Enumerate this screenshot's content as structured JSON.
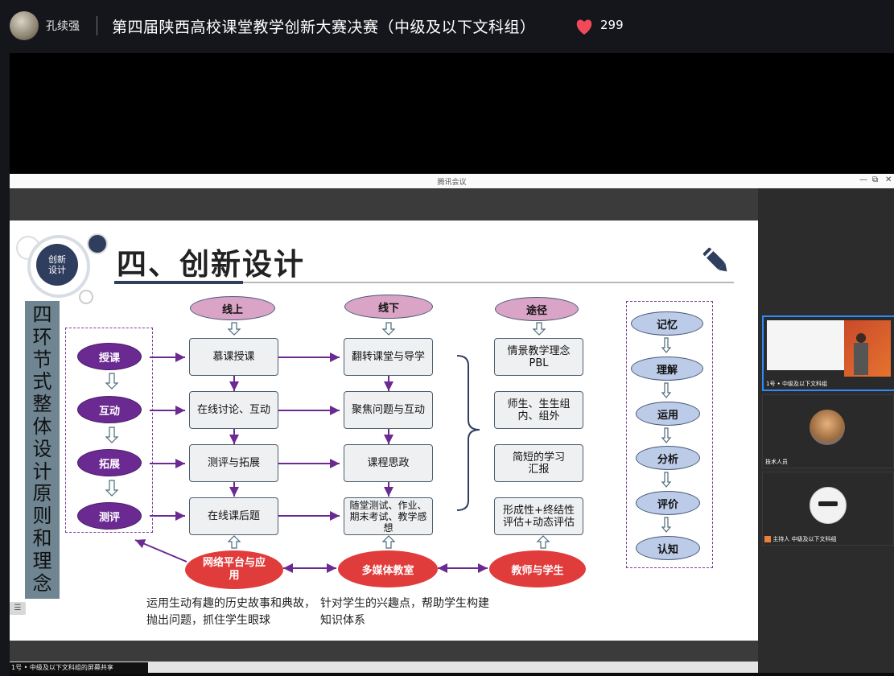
{
  "header": {
    "host": "孔续强",
    "title": "第四届陕西高校课堂教学创新大赛决赛（中级及以下文科组）",
    "likes": "299"
  },
  "window": {
    "title": "腾讯会议",
    "min": "—",
    "restore": "⧉",
    "close": "✕"
  },
  "slide": {
    "badge": "创新\n设计",
    "heading": "四、创新设计",
    "vertical_title": [
      "四",
      "环",
      "节",
      "式",
      "整",
      "体",
      "设",
      "计",
      "原",
      "则",
      "和",
      "理",
      "念"
    ],
    "col_headers": {
      "online": "线上",
      "offline": "线下",
      "path": "途径"
    },
    "left_steps": [
      "授课",
      "互动",
      "拓展",
      "测评"
    ],
    "online_boxes": [
      "慕课授课",
      "在线讨论、互动",
      "测评与拓展",
      "在线课后题"
    ],
    "offline_boxes": [
      "翻转课堂与导学",
      "聚焦问题与互动",
      "课程思政",
      "随堂测试、作业、期末考试、教学感想"
    ],
    "path_boxes": [
      "情景教学理念 PBL",
      "师生、生生组内、组外",
      "简短的学习汇报",
      "形成性+终结性评估+动态评估"
    ],
    "bottom": {
      "platform": "网络平台与应用",
      "classroom": "多媒体教室",
      "people": "教师与学生"
    },
    "bloom": [
      "记忆",
      "理解",
      "运用",
      "分析",
      "评价",
      "认知"
    ],
    "caption_left": "运用生动有趣的历史故事和典故，抛出问题，抓住学生眼球",
    "caption_right": "针对学生的兴趣点，帮助学生构建知识体系"
  },
  "participants": [
    {
      "label": "1号 • 中级及以下文科组"
    },
    {
      "label": "技术人员"
    },
    {
      "label": "主持人 中级及以下文科组"
    }
  ],
  "status": {
    "text": "1号 • 中级及以下文科组的屏幕共享"
  },
  "colors": {
    "accent_blue": "#2e8bff",
    "heart": "#f04a5a",
    "purple": "#6b2a91",
    "red": "#e03c3c"
  }
}
